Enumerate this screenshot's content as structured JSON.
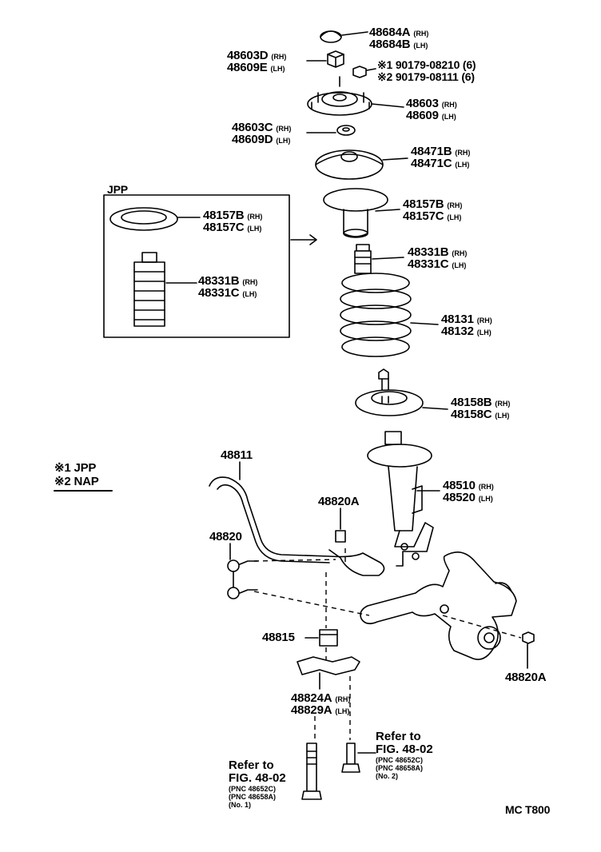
{
  "parts": {
    "p48684": {
      "rh": "48684A",
      "lh": "48684B",
      "rh_tag": "(RH)",
      "lh_tag": "(LH)"
    },
    "p48603d": {
      "rh": "48603D",
      "lh": "48609E",
      "rh_tag": "(RH)",
      "lh_tag": "(LH)"
    },
    "p90179": {
      "a_mark": "※1",
      "a": "90179-08210",
      "a_qty": "(6)",
      "b_mark": "※2",
      "b": "90179-08111",
      "b_qty": "(6)"
    },
    "p48603": {
      "rh": "48603",
      "lh": "48609",
      "rh_tag": "(RH)",
      "lh_tag": "(LH)"
    },
    "p48603c": {
      "rh": "48603C",
      "lh": "48609D",
      "rh_tag": "(RH)",
      "lh_tag": "(LH)"
    },
    "p48471": {
      "rh": "48471B",
      "lh": "48471C",
      "rh_tag": "(RH)",
      "lh_tag": "(LH)"
    },
    "p48157": {
      "rh": "48157B",
      "lh": "48157C",
      "rh_tag": "(RH)",
      "lh_tag": "(LH)"
    },
    "p48331": {
      "rh": "48331B",
      "lh": "48331C",
      "rh_tag": "(RH)",
      "lh_tag": "(LH)"
    },
    "p48131": {
      "rh": "48131",
      "lh": "48132",
      "rh_tag": "(RH)",
      "lh_tag": "(LH)"
    },
    "p48158": {
      "rh": "48158B",
      "lh": "48158C",
      "rh_tag": "(RH)",
      "lh_tag": "(LH)"
    },
    "p48510": {
      "rh": "48510",
      "lh": "48520",
      "rh_tag": "(RH)",
      "lh_tag": "(LH)"
    },
    "p48811": "48811",
    "p48820a_top": "48820A",
    "p48820": "48820",
    "p48815": "48815",
    "p48820a_bottom": "48820A",
    "p48824": {
      "rh": "48824A",
      "lh": "48829A",
      "rh_tag": "(RH)",
      "lh_tag": "(LH)"
    }
  },
  "inset": {
    "title": "JPP",
    "p48157": {
      "rh": "48157B",
      "lh": "48157C",
      "rh_tag": "(RH)",
      "lh_tag": "(LH)"
    },
    "p48331": {
      "rh": "48331B",
      "lh": "48331C",
      "rh_tag": "(RH)",
      "lh_tag": "(LH)"
    }
  },
  "legend": {
    "l1": "※1 JPP",
    "l2": "※2 NAP"
  },
  "refer_right": {
    "line1": "Refer to",
    "line2": "FIG. 48-02",
    "pnc1": "(PNC 48652C)",
    "pnc2": "(PNC 48658A)",
    "no": "(No. 2)"
  },
  "refer_left": {
    "line1": "Refer to",
    "line2": "FIG. 48-02",
    "pnc1": "(PNC 48652C)",
    "pnc2": "(PNC 48658A)",
    "no": "(No. 1)"
  },
  "diagram_code": "MC T800"
}
